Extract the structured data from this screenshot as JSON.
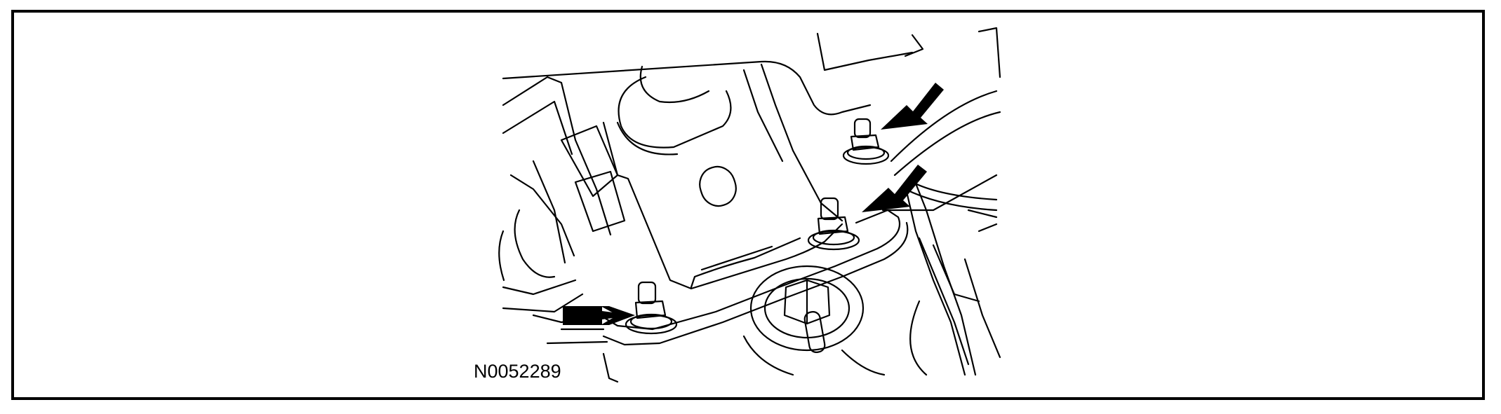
{
  "figure": {
    "id_label": "N0052289",
    "stroke_color": "#000000",
    "background_color": "#ffffff",
    "callout_arrows": [
      "arrow-upper-right",
      "arrow-middle-right",
      "arrow-lower-left"
    ],
    "fasteners": [
      "stud-nut-upper",
      "stud-nut-middle",
      "stud-nut-lower"
    ]
  }
}
